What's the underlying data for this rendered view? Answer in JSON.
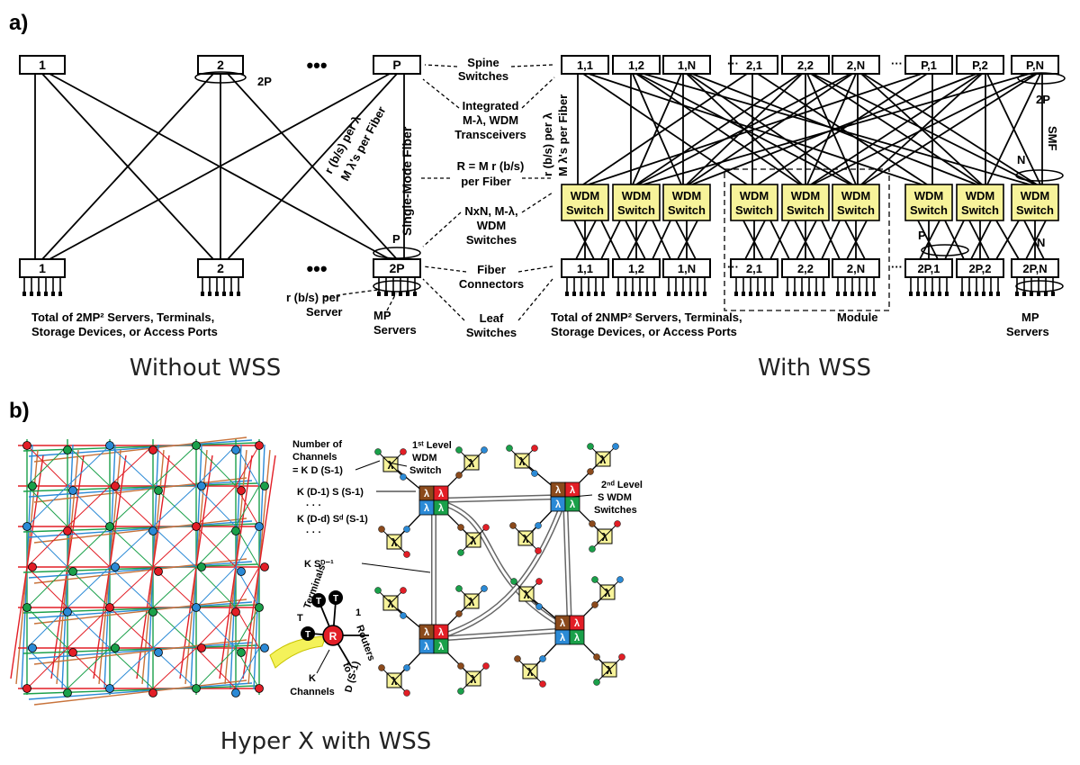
{
  "panel_a": {
    "label": "a)",
    "caption_left": "Without WSS",
    "caption_right": "With WSS",
    "left": {
      "spine_labels": [
        "1",
        "2",
        "P"
      ],
      "leaf_labels": [
        "1",
        "2",
        "2P"
      ],
      "ellipsis": "•••",
      "label_2P": "2P",
      "label_P": "P",
      "rate_line1": "r (b/s) per λ",
      "rate_line2": "M λ's per Fiber",
      "smf": "Single-Mode Fiber",
      "total_line1": "Total of 2MP² Servers, Terminals,",
      "total_line2": "Storage Devices, or Access Ports",
      "server_rate_line1": "r (b/s) per",
      "server_rate_line2": "Server",
      "mp_line1": "MP",
      "mp_line2": "Servers"
    },
    "middle": {
      "spine_line1": "Spine",
      "spine_line2": "Switches",
      "integrated_line1": "Integrated",
      "integrated_line2": "M-λ, WDM",
      "integrated_line3": "Transceivers",
      "R_line1": "R = M r (b/s)",
      "R_line2": "per Fiber",
      "nxn_line1": "NxN, M-λ,",
      "nxn_line2": "WDM",
      "nxn_line3": "Switches",
      "fiber_line1": "Fiber",
      "fiber_line2": "Connectors",
      "leaf_line1": "Leaf",
      "leaf_line2": "Switches"
    },
    "right": {
      "spine_labels": [
        "1,1",
        "1,2",
        "1,N",
        "2,1",
        "2,2",
        "2,N",
        "P,1",
        "P,2",
        "P,N"
      ],
      "leaf_labels": [
        "1,1",
        "1,2",
        "1,N",
        "2,1",
        "2,2",
        "2,N",
        "2P,1",
        "2P,2",
        "2P,N"
      ],
      "wdm_line1": "WDM",
      "wdm_line2": "Switch",
      "dots": "···",
      "rate_line1": "r (b/s) per λ",
      "rate_line2": "M λ's per Fiber",
      "label_2P": "2P",
      "smf": "SMF",
      "label_N_top": "N",
      "label_N_bot": "N",
      "label_P": "P",
      "module": "Module",
      "total_line1": "Total of 2NMP² Servers, Terminals,",
      "total_line2": "Storage Devices, or Access Ports",
      "mp_line1": "MP",
      "mp_line2": "Servers"
    }
  },
  "panel_b": {
    "label": "b)",
    "caption": "Hyper X with WSS",
    "num_channels_line1": "Number of",
    "num_channels_line2": "Channels",
    "kds_line": "= K D (S-1)",
    "kd1_line": "K (D-1) S (S-1)",
    "kdd_line": "K (D-d) Sᵈ (S-1)",
    "vdots": "·  ·  ·",
    "ksd": "K Sᴰ⁻¹",
    "level1_line1": "1ˢᵗ Level",
    "level1_line2": "WDM",
    "level1_line3": "Switch",
    "level2_line1": "2ⁿᵈ Level",
    "level2_line2": "S WDM",
    "level2_line3": "Switches",
    "terminals": "Terminals",
    "T_label": "T",
    "T_node": "T",
    "R_node": "R",
    "one": "1",
    "routers": "Routers",
    "to": "to",
    "d_s1": "D (S-1)",
    "k_line1": "K",
    "k_line2": "Channels",
    "lambda": "λ"
  },
  "colors": {
    "wdm_fill": "#f7f39a",
    "red": "#e21e26",
    "green": "#1aa04a",
    "blue": "#2b8ad6",
    "brown": "#8b4a1c",
    "orange": "#c8733a"
  }
}
